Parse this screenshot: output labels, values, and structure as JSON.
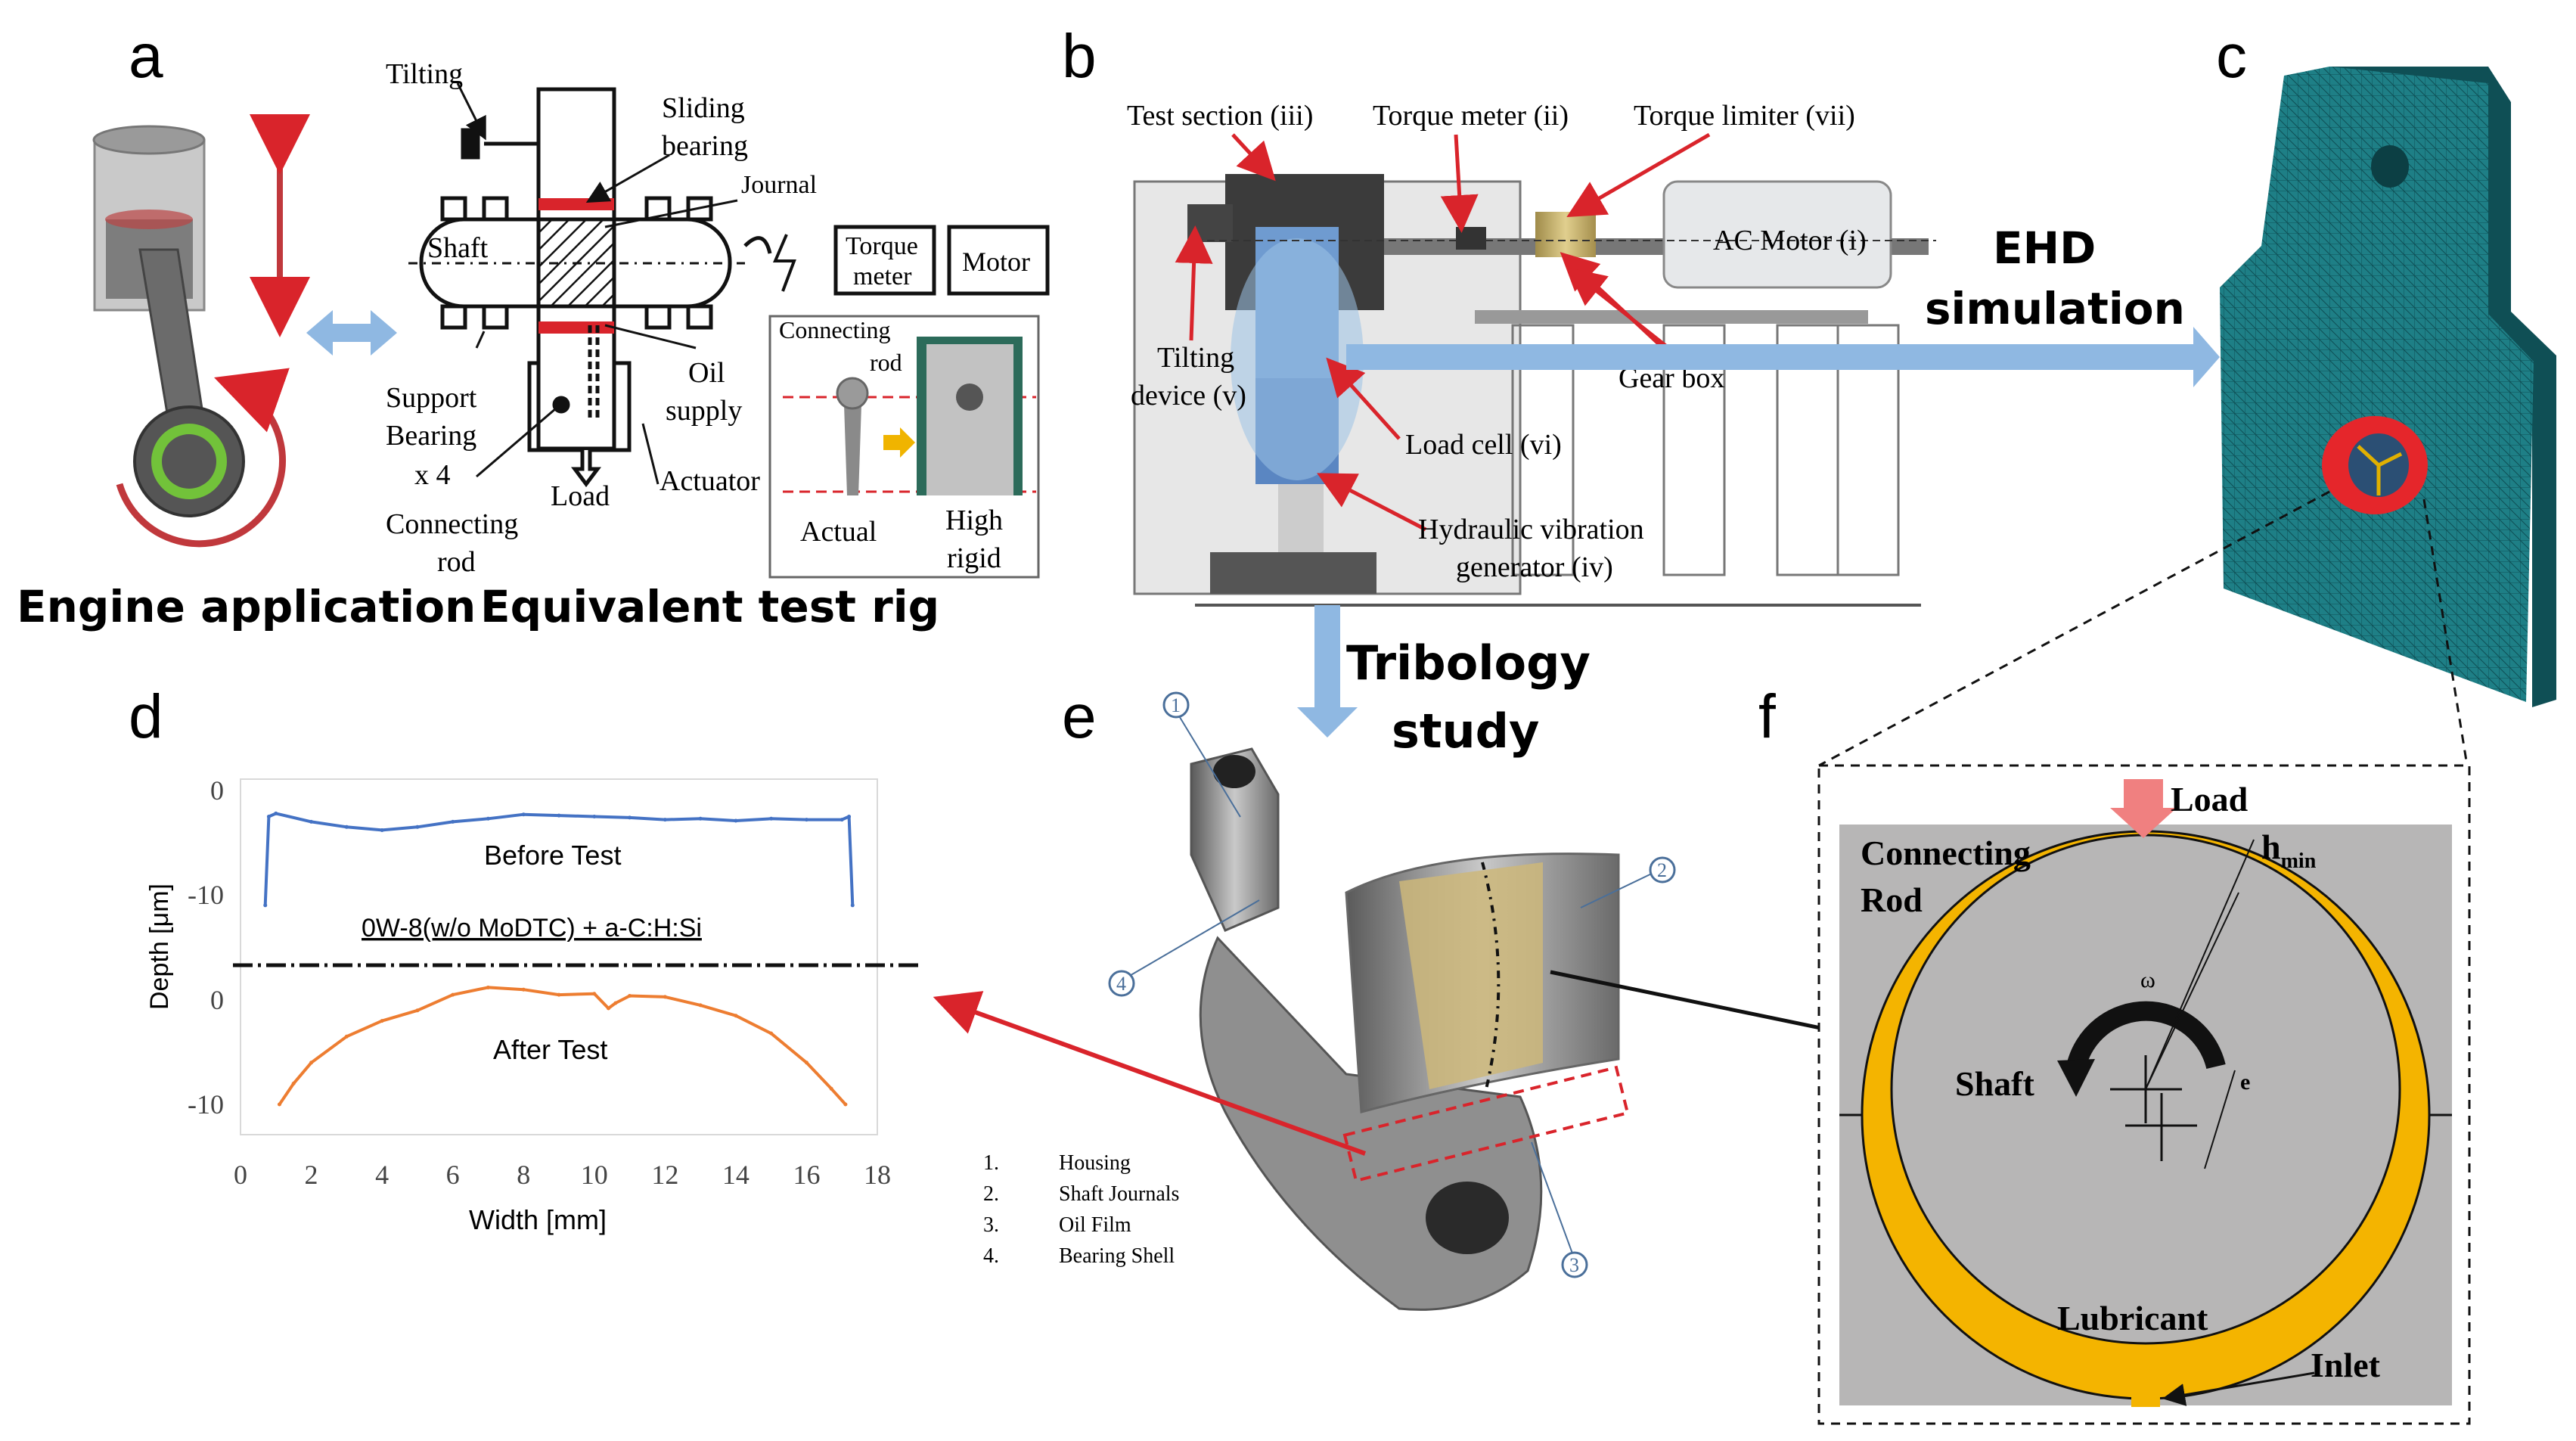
{
  "panels": {
    "a": {
      "letter": "a",
      "caption_left": "Engine application",
      "caption_right": "Equivalent test rig",
      "labels": {
        "tilting": "Tilting",
        "sliding": "Sliding",
        "bearing": "bearing",
        "journal": "Journal",
        "shaft": "Shaft",
        "torque": "Torque",
        "meter": "meter",
        "motor": "Motor",
        "support": "Support",
        "bearing2": "Bearing",
        "x4": "x 4",
        "oil": "Oil",
        "supply": "supply",
        "connecting": "Connecting",
        "rod": "rod",
        "load": "Load",
        "actuator": "Actuator",
        "inset_connecting": "Connecting",
        "inset_rod": "rod",
        "actual": "Actual",
        "high": "High",
        "rigid": "rigid"
      }
    },
    "b": {
      "letter": "b",
      "labels": {
        "test_section": "Test section (iii)",
        "torque_meter": "Torque meter (ii)",
        "torque_limiter": "Torque limiter (vii)",
        "ac_motor": "AC Motor (i)",
        "tilting": "Tilting",
        "device": "device (v)",
        "gear_box": "Gear box",
        "load_cell": "Load cell (vi)",
        "hydraulic": "Hydraulic vibration",
        "generator": "generator (iv)"
      },
      "ehd_line1": "EHD",
      "ehd_line2": "simulation",
      "trib_line1": "Tribology",
      "trib_line2": "study"
    },
    "c": {
      "letter": "c"
    },
    "d": {
      "letter": "d",
      "before": "Before Test",
      "after": "After Test",
      "sample": "0W-8(w/o MoDTC) + a-C:H:Si",
      "ylabel": "Depth [μm]",
      "xlabel": "Width [mm]"
    },
    "e": {
      "letter": "e",
      "legend": [
        {
          "num": "1.",
          "text": "Housing"
        },
        {
          "num": "2.",
          "text": "Shaft Journals"
        },
        {
          "num": "3.",
          "text": "Oil Film"
        },
        {
          "num": "4.",
          "text": "Bearing Shell"
        }
      ],
      "callouts": [
        "1",
        "2",
        "3",
        "4"
      ]
    },
    "f": {
      "letter": "f",
      "load": "Load",
      "hmin": "h",
      "hmin_sub": "min",
      "connecting": "Connecting",
      "rod": "Rod",
      "omega": "ω",
      "shaft": "Shaft",
      "e": "e",
      "lubricant": "Lubricant",
      "inlet": "Inlet"
    }
  },
  "chart_data": {
    "type": "line",
    "xlabel": "Width [mm]",
    "ylabel": "Depth [μm]",
    "xlim": [
      0,
      18
    ],
    "xticks": [
      0,
      2,
      4,
      6,
      8,
      10,
      12,
      14,
      16,
      18
    ],
    "upper_yticks": [
      0,
      -10
    ],
    "lower_yticks": [
      0,
      -10
    ],
    "series": [
      {
        "name": "Before Test",
        "color": "#4472C4",
        "x": [
          0.7,
          0.8,
          1.0,
          2,
          3,
          4,
          5,
          6,
          7,
          8,
          9,
          10,
          11,
          12,
          13,
          14,
          15,
          16,
          17,
          17.2,
          17.3
        ],
        "y": [
          -11,
          -2.5,
          -2.2,
          -3.0,
          -3.5,
          -3.8,
          -3.5,
          -3.0,
          -2.7,
          -2.3,
          -2.4,
          -2.5,
          -2.6,
          -2.8,
          -2.7,
          -2.9,
          -2.7,
          -2.8,
          -2.8,
          -2.5,
          -11
        ]
      },
      {
        "name": "After Test",
        "color": "#ED7D31",
        "x": [
          1.1,
          1.5,
          2,
          3,
          4,
          5,
          6,
          7,
          8,
          9,
          10,
          10.4,
          10.6,
          11,
          12,
          13,
          14,
          15,
          16,
          16.7,
          17.1
        ],
        "y": [
          -10,
          -8,
          -6,
          -3.5,
          -2,
          -1.0,
          0.5,
          1.2,
          1.0,
          0.5,
          0.6,
          -0.8,
          -0.3,
          0.4,
          0.3,
          -0.5,
          -1.5,
          -3.2,
          -6,
          -8.5,
          -10
        ]
      }
    ]
  },
  "colors": {
    "arrow_blue": "#8fb8e2",
    "arrow_red": "#d9242b",
    "lubricant": "#f4b400",
    "gray_bg": "#b7b6b6",
    "mesh_teal": "#1e7f86"
  }
}
